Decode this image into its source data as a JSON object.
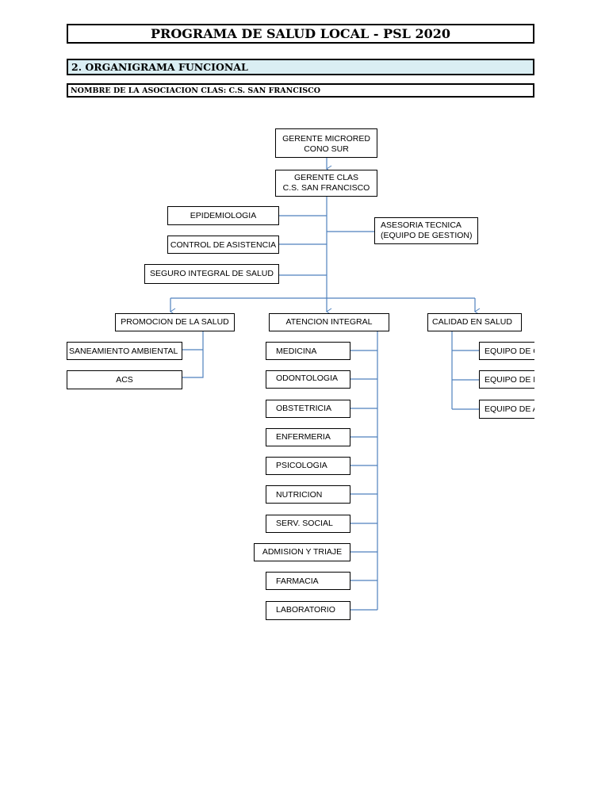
{
  "header": {
    "title": "PROGRAMA DE SALUD LOCAL - PSL   2020",
    "section": "2.  ORGANIGRAMA FUNCIONAL",
    "association": "NOMBRE DE LA ASOCIACION CLAS: C.S. SAN FRANCISCO"
  },
  "org": {
    "gerente_microred": [
      "GERENTE MICRORED",
      "CONO SUR"
    ],
    "gerente_clas": [
      "GERENTE CLAS",
      "C.S. SAN FRANCISCO"
    ],
    "staff_left": [
      "EPIDEMIOLOGIA",
      "CONTROL DE ASISTENCIA",
      "SEGURO INTEGRAL DE SALUD"
    ],
    "asesoria": [
      "ASESORIA TECNICA",
      "(EQUIPO DE GESTION)"
    ],
    "promocion": {
      "label": "PROMOCION DE LA SALUD",
      "children": [
        "SANEAMIENTO AMBIENTAL",
        "ACS"
      ]
    },
    "atencion": {
      "label": "ATENCION INTEGRAL",
      "children": [
        "MEDICINA",
        "ODONTOLOGIA",
        "OBSTETRICIA",
        "ENFERMERIA",
        "PSICOLOGIA",
        "NUTRICION",
        "SERV. SOCIAL",
        "ADMISION Y TRIAJE",
        "FARMACIA",
        "LABORATORIO"
      ]
    },
    "calidad": {
      "label": "CALIDAD EN SALUD",
      "children": [
        "EQUIPO DE C",
        "EQUIPO DE M",
        "EQUIPO DE A"
      ]
    }
  }
}
